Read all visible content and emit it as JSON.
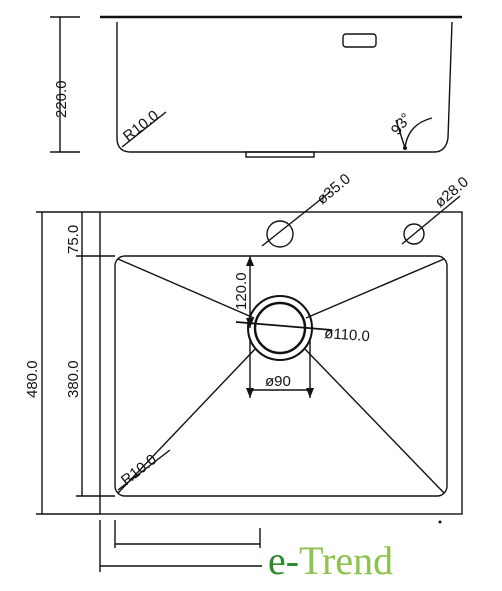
{
  "dimensions": {
    "side_height": "220.0",
    "side_radius": "R10.0",
    "side_angle": "93°",
    "hole_large": "ø35.0",
    "hole_small": "ø28.0",
    "overall_depth": "480.0",
    "rim_offset": "75.0",
    "bowl_depth": "380.0",
    "drain_offset": "120.0",
    "drain_outer": "ø110.0",
    "drain_inner": "ø90",
    "bowl_radius": "R10.0"
  },
  "logo": {
    "prefix": "e-",
    "word": "Trend"
  },
  "colors": {
    "line": "#111111",
    "logo_dark": "#2f8a2f",
    "logo_light": "#8cc34a"
  }
}
